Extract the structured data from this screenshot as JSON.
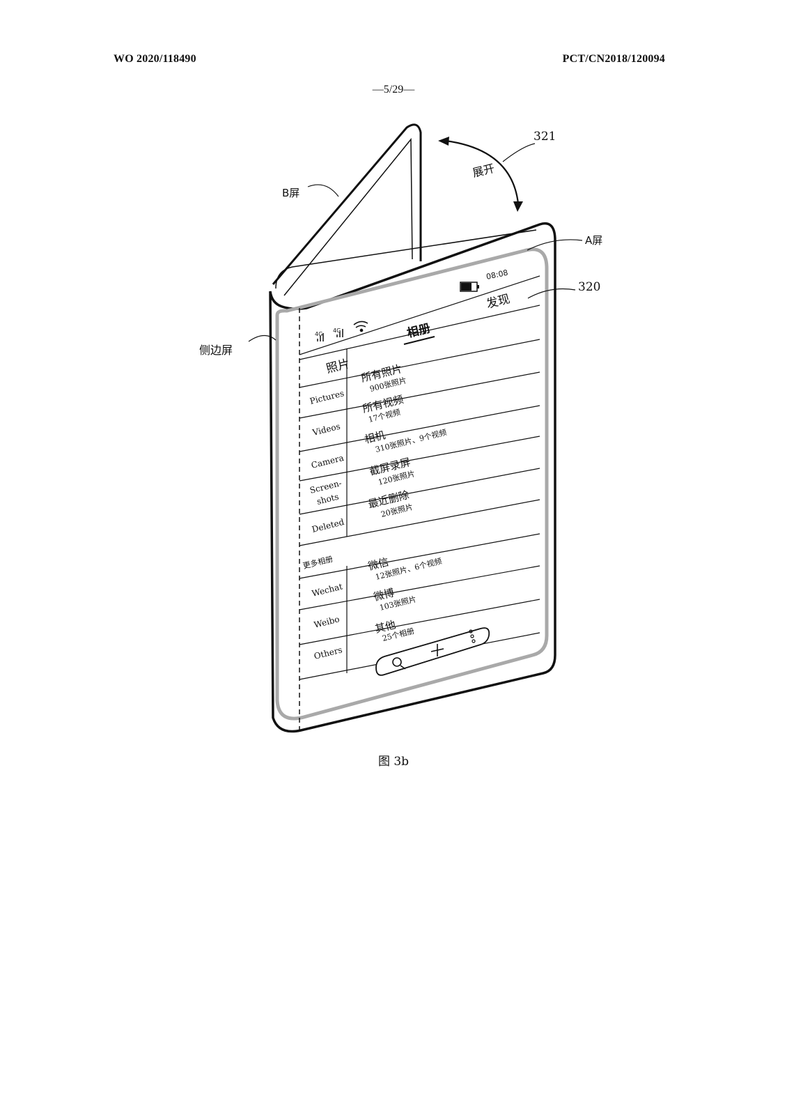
{
  "header": {
    "left": "WO 2020/118490",
    "right": "PCT/CN2018/120094",
    "page": "—5/29—"
  },
  "callouts": {
    "b_screen": "B屏",
    "a_screen": "A屏",
    "side_screen": "侧边屏",
    "unfold": "展开",
    "ref_321": "321",
    "ref_320": "320"
  },
  "phone": {
    "status": {
      "signal_1": "4G",
      "signal_2": "4G",
      "time": "08:08"
    },
    "nav": {
      "title": "相册",
      "discover": "发现"
    },
    "section_photos": "照片",
    "albums": [
      {
        "label": "Pictures",
        "name": "所有照片",
        "count": "900张照片"
      },
      {
        "label": "Videos",
        "name": "所有视频",
        "count": "17个视频"
      },
      {
        "label": "Camera",
        "name": "相机",
        "count": "310张照片、9个视频"
      },
      {
        "label": "Screen-",
        "label2": "shots",
        "name": "截屏录屏",
        "count": "120张照片"
      },
      {
        "label": "Deleted",
        "name": "最近删除",
        "count": "20张照片"
      }
    ],
    "section_more": "更多相册",
    "more_albums": [
      {
        "label": "Wechat",
        "name": "微信",
        "count": "12张照片、6个视频"
      },
      {
        "label": "Weibo",
        "name": "微博",
        "count": "103张照片"
      },
      {
        "label": "Others",
        "name": "其他",
        "count": "25个相册"
      }
    ],
    "toolbar": {
      "search_icon": "search-icon",
      "add_icon": "plus-icon",
      "more_icon": "more-dots-icon"
    }
  },
  "figure_caption": "图 3b"
}
